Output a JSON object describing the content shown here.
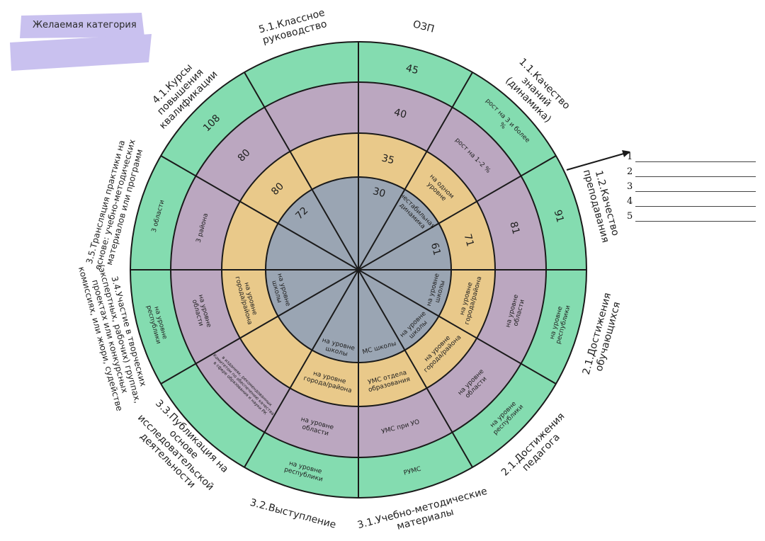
{
  "header": {
    "label": "Желаемая категория"
  },
  "list": [
    "1",
    "2",
    "3",
    "4",
    "5"
  ],
  "colors": {
    "outer": "#84dcb0",
    "ring2": "#bba7c0",
    "ring3": "#e9c98a",
    "core": "#9aa5b3",
    "line": "#1a1a1a",
    "highlight": "#c9c1ef"
  },
  "segments": [
    {
      "category": "ОЗП",
      "outer": "45",
      "ring2": "40",
      "ring3": "35",
      "core": "30"
    },
    {
      "category": "1.1.Качество знаний (динамика)",
      "outer": "рост на 3 и более %",
      "ring2": "рост на 1–2 %",
      "ring3": "на одном уровне",
      "core": "нестабильная динамика"
    },
    {
      "category": "1.2.Качество преподавания",
      "outer": "91",
      "ring2": "81",
      "ring3": "71",
      "core": "61"
    },
    {
      "category": "2.1.Достижения обучающихся",
      "outer": "на уровне республики",
      "ring2": "на уровне области",
      "ring3": "на уровне города/района",
      "core": "на уровне школы"
    },
    {
      "category": "2.1.Достижения педагога",
      "outer": "на уровне республики",
      "ring2": "на уровне области",
      "ring3": "на уровне города/района",
      "core": "на уровне школы"
    },
    {
      "category": "3.1.Учебно-методические материалы",
      "outer": "РУМС",
      "ring2": "УМС при УО",
      "ring3": "УМС отдела образования",
      "core": "МС школы"
    },
    {
      "category": "3.2.Выступление",
      "outer": "на уровне республики",
      "ring2": "на уровне области",
      "ring3": "на уровне города/района",
      "core": "на уровне школы"
    },
    {
      "category": "3.3.Публикация на основе исследовательской деятельности",
      "outer": "",
      "ring2": "в изданиях, рекомендованных Комитетом по обеспечению качества в сфере образования и науки РК",
      "ring3": "",
      "core": ""
    },
    {
      "category": "3.4.Участие в творческих (экспертных, рабочих) группах, проектах или конкурсных комиссиях, или жюри, судействе",
      "outer": "на уровне республики",
      "ring2": "на уровне области",
      "ring3": "на уровне города/района",
      "core": "на уровне школы"
    },
    {
      "category": "3.5.Трансляция практики на основе: учебно-методических материалов или программ",
      "outer": "3 области",
      "ring2": "3 района",
      "ring3": "",
      "core": ""
    },
    {
      "category": "4.1.Курсы повышения квалификации",
      "outer": "108",
      "ring2": "80",
      "ring3": "80",
      "core": "72"
    },
    {
      "category": "5.1.Классное руководство",
      "outer": "",
      "ring2": "",
      "ring3": "",
      "core": ""
    }
  ]
}
